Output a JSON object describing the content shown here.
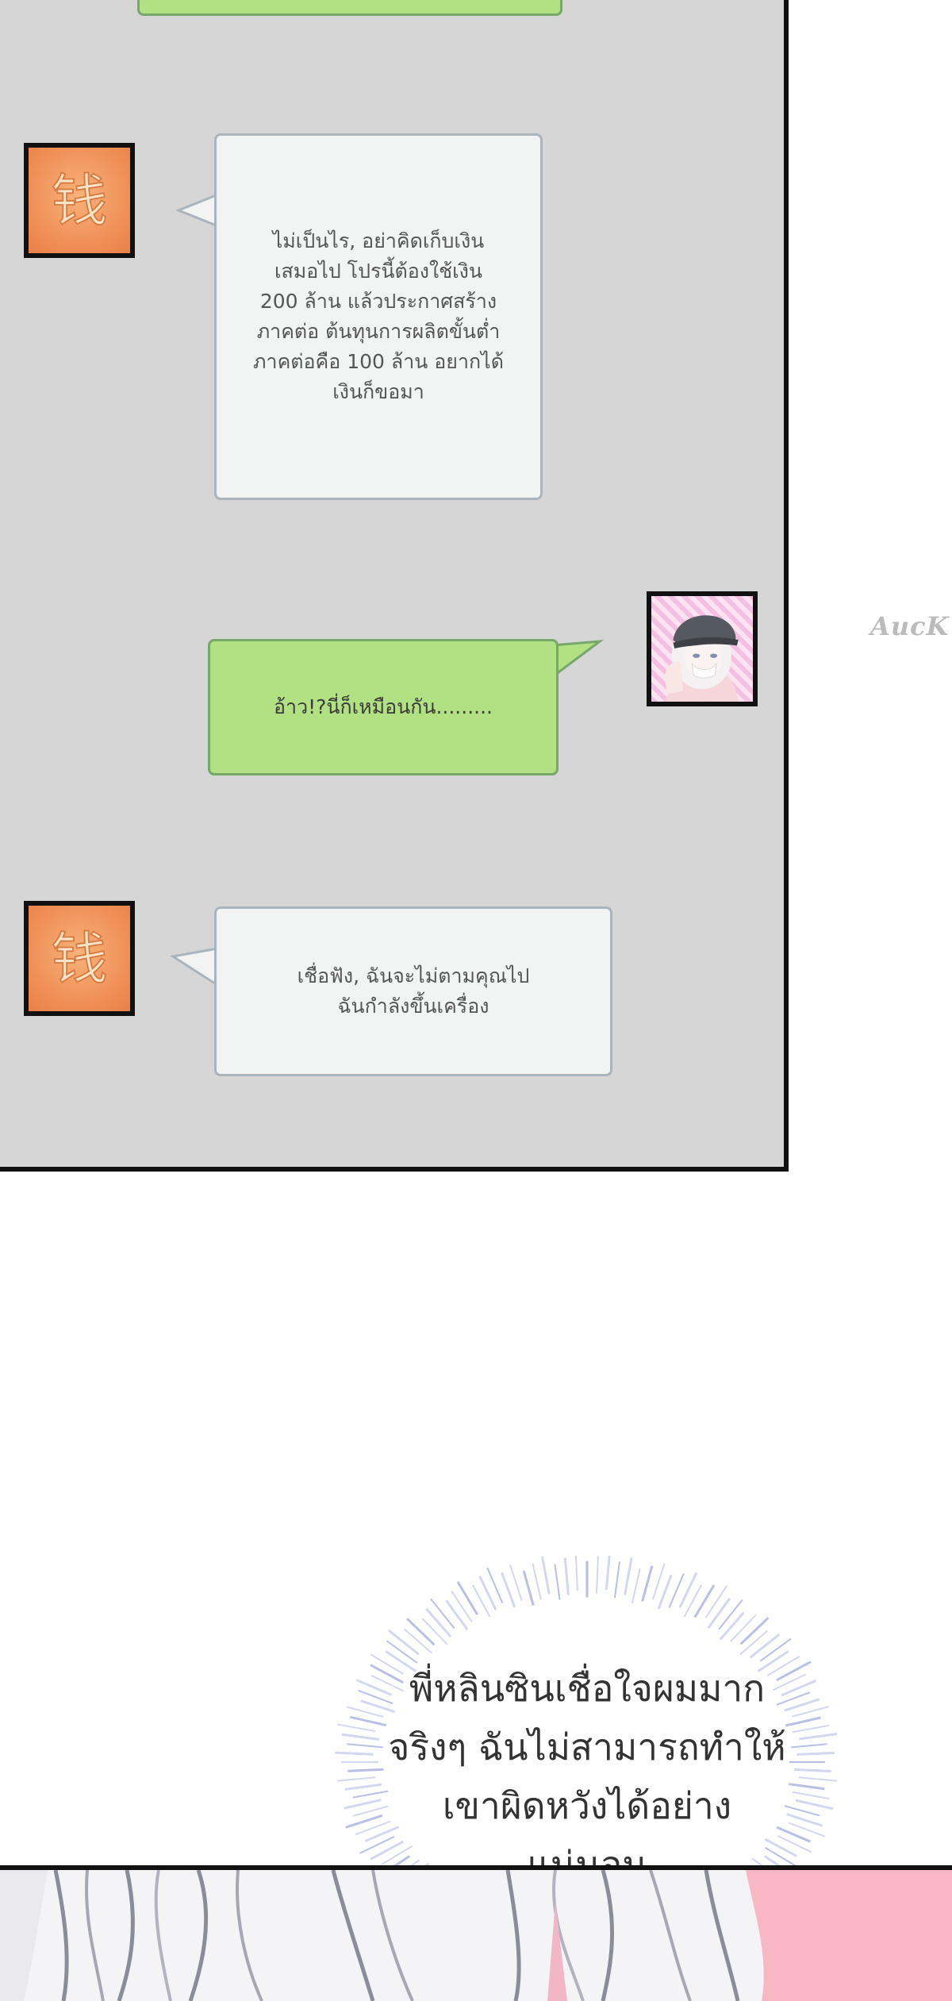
{
  "chat": {
    "messages": [
      {
        "sender": "money",
        "text": "ไม่เป็นไร, อย่าคิดเก็บเงิน\nเสมอไป โปรนี้ต้องใช้เงิน\n200 ล้าน แล้วประกาศสร้าง\nภาคต่อ ต้นทุนการผลิตขั้นต่ำ\nภาคต่อคือ 100 ล้าน อยากได้\nเงินก็ขอมา"
      },
      {
        "sender": "player",
        "text": "อ้าว!?นี่ก็เหมือนกัน........."
      },
      {
        "sender": "money",
        "text": "เชื่อฟัง, ฉันจะไม่ตามคุณไป\nฉันกำลังขึ้นเครื่อง"
      }
    ],
    "avatar_glyph": "钱"
  },
  "watermark": "AucK",
  "narration": "พี่หลินซินเชื่อใจผมมาก\nจริงๆ ฉันไม่สามารถทำให้\nเขาผิดหวังได้อย่าง\nแน่นอน",
  "colors": {
    "panel_bg": "#d6d6d6",
    "gray_bubble": "#f2f3f3",
    "green_bubble": "#b1e182",
    "money_avatar": "#f0925a"
  }
}
